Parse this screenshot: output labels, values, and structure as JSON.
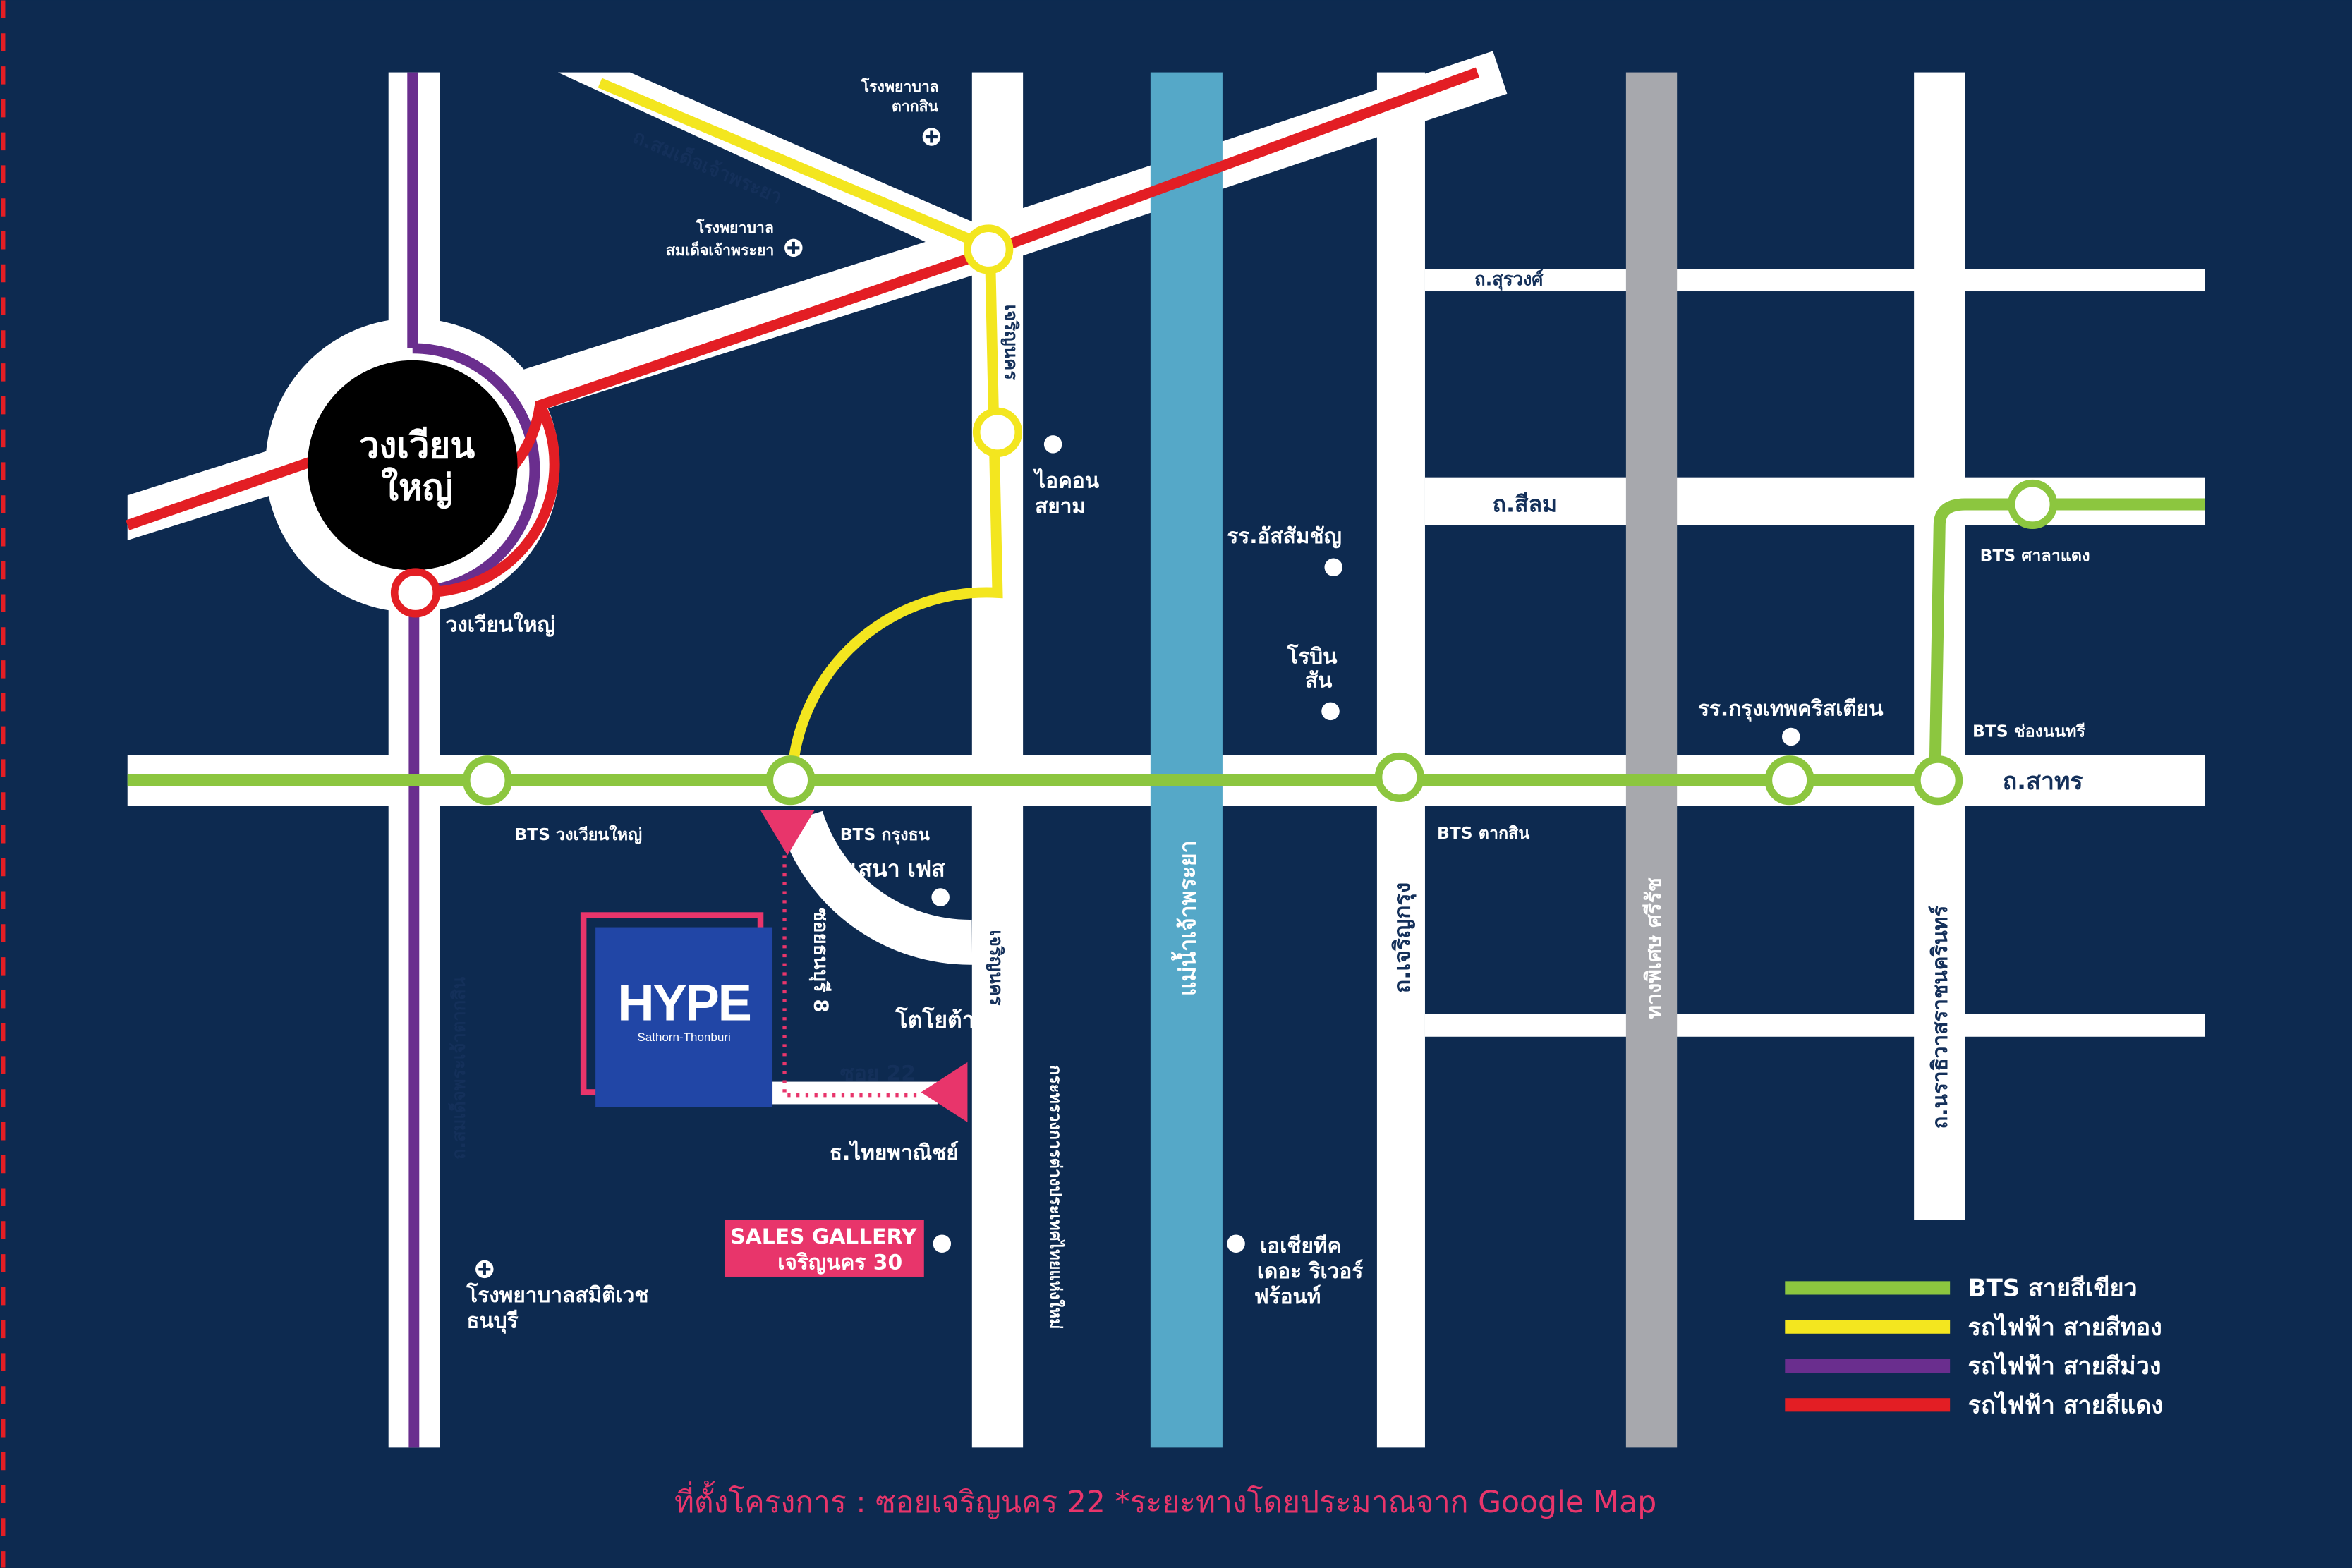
{
  "colors": {
    "background": "#0d2a50",
    "road": "#ffffff",
    "river": "#55a8c8",
    "expressway": "#a7a8ad",
    "bts_green": "#8cc63f",
    "line_gold": "#f3e61f",
    "line_purple": "#6a2e8e",
    "line_red": "#e31e24",
    "accent_pink": "#e8356b",
    "hype_blue": "#2146a6",
    "roundabout": "#000000"
  },
  "roundabout": {
    "label_line1": "วงเวียน",
    "label_line2": "ใหญ่"
  },
  "roads": {
    "somdet_chaophraya": "ถ.สมเด็จเจ้าพระยา",
    "charoen_nakhon_top": "เจริญนคร",
    "charoen_nakhon_bottom": "เจริญนคร",
    "surawong": "ถ.สุรวงศ์",
    "silom": "ถ.สีลม",
    "sathorn": "ถ.สาทร",
    "charoen_krung": "ถ.เจริญกรุง",
    "ratchawong_ratchaphruek": "ถ.นราธิวาสราชนครินทร์",
    "somdet_taksin": "ถ.สมเด็จพระเจ้าตากสิน",
    "soi_22": "ซอย 22",
    "soi_thonburi8": "ซอยธนบุรี 8",
    "river": "แม่น้ำเจ้าพระยา",
    "expressway": "ทางพิเศษ ศรีรัช"
  },
  "stations": {
    "wongwian_yai_red": "วงเวียนใหญ่",
    "bts_wongwian_yai": "BTS วงเวียนใหญ่",
    "bts_krung_thon": "BTS กรุงธน",
    "bts_taksin": "BTS ตากสิน",
    "bts_chong_nonsi": "BTS ช่องนนทรี",
    "bts_sala_daeng": "BTS ศาลาแดง"
  },
  "landmarks": {
    "taksin_hospital": "โรงพยาบาล\nตากสิน",
    "somdet_hospital": "โรงพยาบาล\nสมเด็จเจ้าพระยา",
    "iconsiam": "ไอคอน\nสยาม",
    "assumption": "รร.อัสสัมชัญ",
    "robinson": "โรบิน\nสัน",
    "bangkok_christian": "รร.กรุงเทพคริสเตียน",
    "sena_fest": "เสนา เฟส",
    "toyota": "โตโยต้า",
    "scb": "ธ.ไทยพาณิชย์",
    "industry_ministry": "กระทรวงการต่างประเทศไทยแห่งใหม่",
    "asiatique": "เอเชียทีค\nเดอะ ริเวอร์\nฟร้อนท์",
    "samitivej": "โรงพยาบาลสมิติเวช\nธนบุรี"
  },
  "project": {
    "logo": "HYPE",
    "logo_sub": "Sathorn-Thonburi"
  },
  "sales_gallery": {
    "line1": "SALES GALLERY",
    "line2": "เจริญนคร 30"
  },
  "legend": [
    {
      "label": "BTS สายสีเขียว",
      "color": "#8cc63f"
    },
    {
      "label": "รถไฟฟ้า สายสีทอง",
      "color": "#f3e61f"
    },
    {
      "label": "รถไฟฟ้า สายสีม่วง",
      "color": "#6a2e8e"
    },
    {
      "label": "รถไฟฟ้า สายสีแดง",
      "color": "#e31e24"
    }
  ],
  "footer": "ที่ตั้งโครงการ : ซอยเจริญนคร 22 *ระยะทางโดยประมาณจาก Google Map"
}
